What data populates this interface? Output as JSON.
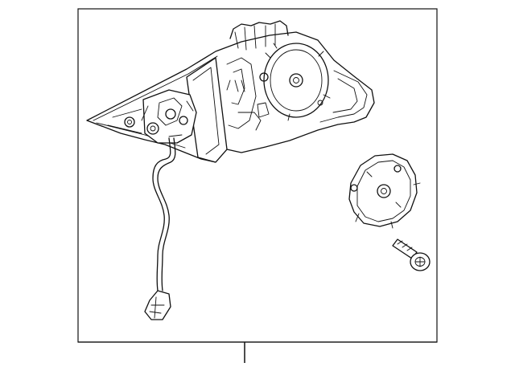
{
  "diagram": {
    "kind": "exploded-parts-illustration",
    "colors": {
      "line": "#111111",
      "background": "#ffffff"
    },
    "parts": [
      {
        "name": "mirror-assembly"
      },
      {
        "name": "actuator-motor"
      },
      {
        "name": "wire-harness-connector"
      },
      {
        "name": "mounting-bolt"
      }
    ]
  }
}
